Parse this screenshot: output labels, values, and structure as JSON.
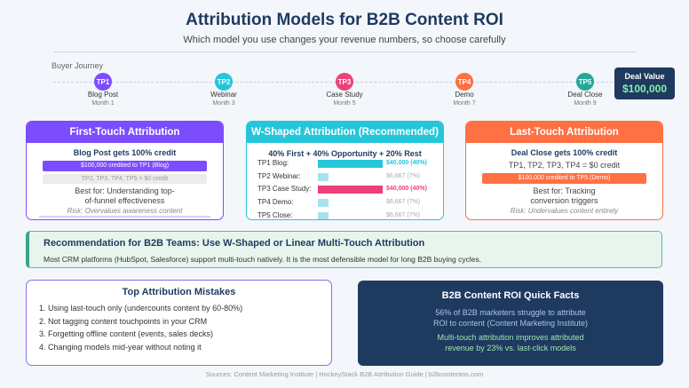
{
  "header": {
    "title": "Attribution Models for B2B Content ROI",
    "subtitle": "Which model you use changes your revenue numbers, so choose carefully"
  },
  "journey": {
    "label": "Buyer Journey",
    "touchpoints": [
      {
        "id": "TP1",
        "name": "Blog Post",
        "month": "Month 1",
        "color": "#7c4dff"
      },
      {
        "id": "TP2",
        "name": "Webinar",
        "month": "Month 3",
        "color": "#26c6da"
      },
      {
        "id": "TP3",
        "name": "Case Study",
        "month": "Month 5",
        "color": "#ec407a"
      },
      {
        "id": "TP4",
        "name": "Demo",
        "month": "Month 7",
        "color": "#ff7043"
      },
      {
        "id": "TP5",
        "name": "Deal Close",
        "month": "Month 9",
        "color": "#26a69a"
      }
    ],
    "deal_label": "Deal Value",
    "deal_value": "$100,000"
  },
  "first_touch": {
    "title": "First-Touch Attribution",
    "subtitle": "Blog Post gets 100% credit",
    "credit_bar": "$100,000 credited to TP1 (Blog)",
    "zero_bar": "TP2, TP3, TP4, TP5 = $0 credit",
    "best_for": "Best for: Understanding top-of-funnel effectiveness",
    "risk": "Risk: Overvalues awareness content",
    "color": "#7c4dff"
  },
  "w_shaped": {
    "title": "W-Shaped Attribution (Recommended)",
    "subtitle": "40% First + 40% Opportunity + 20% Rest",
    "color": "#26c6da",
    "rows": [
      {
        "label": "TP1 Blog:",
        "value": 40000,
        "text": "$40,000 (40%)",
        "highlight": true,
        "color": "#26c6da"
      },
      {
        "label": "TP2 Webinar:",
        "value": 6667,
        "text": "$6,667 (7%)",
        "highlight": false,
        "color": "#a6e3ee"
      },
      {
        "label": "TP3 Case Study:",
        "value": 40000,
        "text": "$40,000 (40%)",
        "highlight": true,
        "color": "#ec407a"
      },
      {
        "label": "TP4 Demo:",
        "value": 6667,
        "text": "$6,667 (7%)",
        "highlight": false,
        "color": "#a6e3ee"
      },
      {
        "label": "TP5 Close:",
        "value": 6667,
        "text": "$6,667 (7%)",
        "highlight": false,
        "color": "#a6e3ee"
      }
    ]
  },
  "last_touch": {
    "title": "Last-Touch Attribution",
    "subtitle": "Deal Close gets 100% credit",
    "zero_text": "TP1, TP2, TP3, TP4 = $0 credit",
    "credit_bar": "$100,000 credited to TP5 (Demo)",
    "best_for": "Best for: Tracking conversion triggers",
    "risk": "Risk: Undervalues content entirely",
    "color": "#ff7043"
  },
  "recommendation": {
    "title": "Recommendation for B2B Teams: Use W-Shaped or Linear Multi-Touch Attribution",
    "text": "Most CRM platforms (HubSpot, Salesforce) support multi-touch natively. It is the most defensible model for long B2B buying cycles."
  },
  "mistakes": {
    "title": "Top Attribution Mistakes",
    "items": [
      "1. Using last-touch only (undercounts content by 60-80%)",
      "2. Not tagging content touchpoints in your CRM",
      "3. Forgetting offline content (events, sales decks)",
      "4. Changing models mid-year without noting it"
    ]
  },
  "facts": {
    "title": "B2B Content ROI Quick Facts",
    "fact1": "56% of B2B marketers struggle to attribute ROI to content (Content Marketing Institute)",
    "fact2": "Multi-touch attribution improves attributed revenue by 23% vs. last-click models"
  },
  "sources": "Sources: Content Marketing Institute | HockeyStack B2B Attribution Guide | b2bcontentos.com"
}
